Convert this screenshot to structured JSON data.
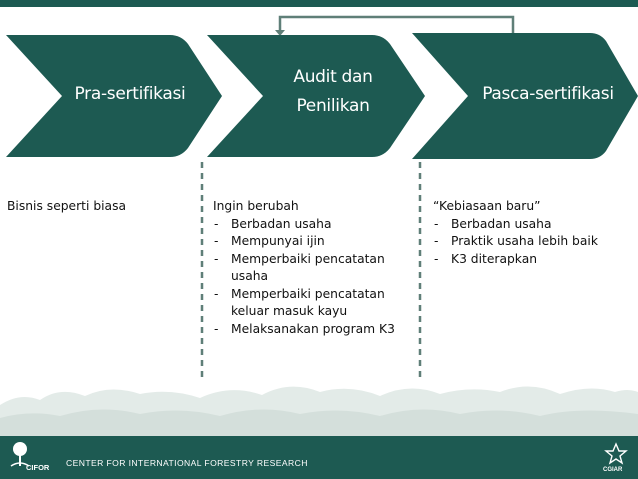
{
  "stages": [
    {
      "label_lines": [
        "Pra-sertifikasi"
      ]
    },
    {
      "label_lines": [
        "Audit dan",
        "Penilikan"
      ]
    },
    {
      "label_lines": [
        "Pasca-sertifikasi"
      ]
    }
  ],
  "columns": [
    {
      "heading": "Bisnis seperti biasa",
      "items": []
    },
    {
      "heading": "Ingin berubah",
      "items": [
        {
          "dash": "-",
          "lines": [
            "Berbadan usaha"
          ]
        },
        {
          "dash": "-",
          "lines": [
            "Mempunyai ijin"
          ]
        },
        {
          "dash": "-",
          "lines": [
            "Memperbaiki pencatatan",
            "usaha"
          ]
        },
        {
          "dash": "-",
          "lines": [
            "Memperbaiki pencatatan",
            "keluar masuk kayu"
          ]
        },
        {
          "dash": "-",
          "lines": [
            "Melaksanakan program K3"
          ]
        }
      ]
    },
    {
      "heading": "“Kebiasaan baru”",
      "items": [
        {
          "dash": "-",
          "lines": [
            "Berbadan usaha"
          ]
        },
        {
          "dash": "-",
          "lines": [
            "Praktik usaha lebih baik"
          ]
        },
        {
          "dash": "-",
          "lines": [
            "K3 diterapkan"
          ]
        }
      ]
    }
  ],
  "footer": {
    "org": "CENTER FOR INTERNATIONAL FORESTRY RESEARCH",
    "left_logo": "CIFOR",
    "right_logo": "CGIAR"
  },
  "colors": {
    "primary": "#1d5a52",
    "divider": "#5f7f78",
    "text": "#111111"
  }
}
